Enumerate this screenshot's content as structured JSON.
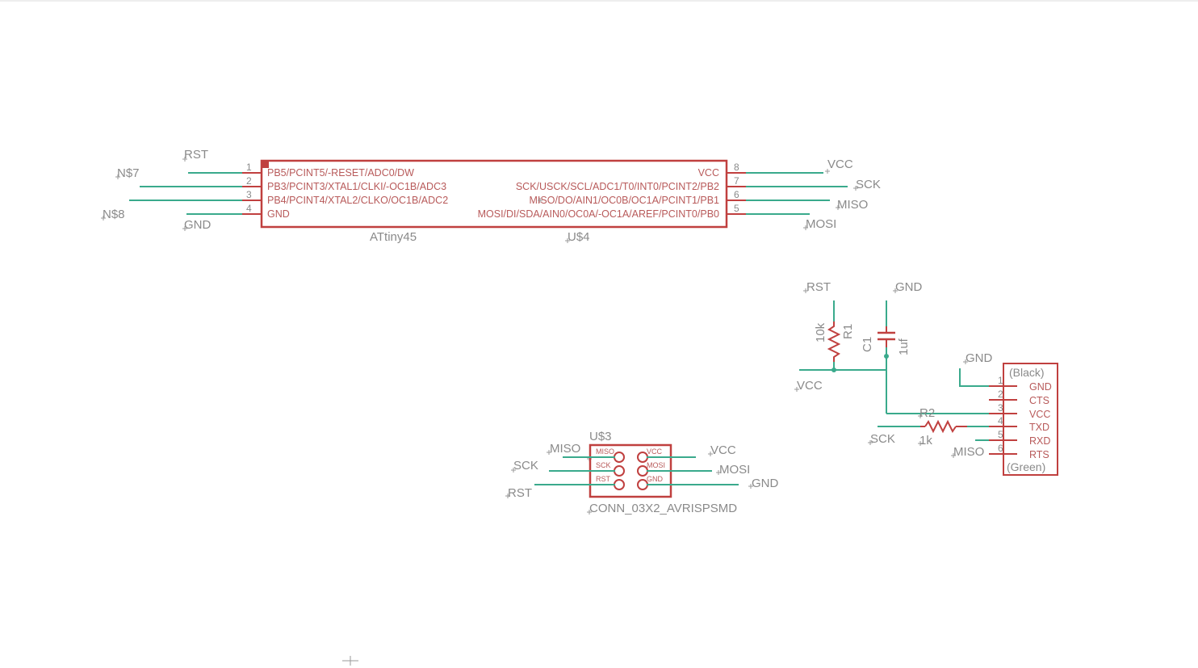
{
  "attiny": {
    "name": "ATtiny45",
    "ref": "U$4",
    "left_pins": [
      {
        "num": "1",
        "label": "PB5/PCINT5/-RESET/ADC0/DW"
      },
      {
        "num": "2",
        "label": "PB3/PCINT3/XTAL1/CLKI/-OC1B/ADC3"
      },
      {
        "num": "3",
        "label": "PB4/PCINT4/XTAL2/CLKO/OC1B/ADC2"
      },
      {
        "num": "4",
        "label": "GND"
      }
    ],
    "right_pins": [
      {
        "num": "8",
        "label": "VCC"
      },
      {
        "num": "7",
        "label": "SCK/USCK/SCL/ADC1/T0/INT0/PCINT2/PB2"
      },
      {
        "num": "6",
        "label": "MISO/DO/AIN1/OC0B/OC1A/PCINT1/PB1"
      },
      {
        "num": "5",
        "label": "MOSI/DI/SDA/AIN0/OC0A/-OC1A/AREF/PCINT0/PB0"
      }
    ],
    "left_nets": [
      "RST",
      "N$7",
      "N$8",
      "GND"
    ],
    "right_nets": [
      "VCC",
      "SCK",
      "MISO",
      "MOSI"
    ]
  },
  "resistor_r1": {
    "ref": "R1",
    "value": "10k",
    "net_top": "RST"
  },
  "capacitor_c1": {
    "ref": "C1",
    "value": "1uf",
    "net_top": "GND"
  },
  "vcc_net": "VCC",
  "resistor_r2": {
    "ref": "R2",
    "value": "1k",
    "net_left": "SCK"
  },
  "ftdi": {
    "top_label": "(Black)",
    "bottom_label": "(Green)",
    "net_top": "GND",
    "net_bottom": "MISO",
    "pins": [
      {
        "num": "1",
        "label": "GND"
      },
      {
        "num": "2",
        "label": "CTS"
      },
      {
        "num": "3",
        "label": "VCC"
      },
      {
        "num": "4",
        "label": "TXD"
      },
      {
        "num": "5",
        "label": "RXD"
      },
      {
        "num": "6",
        "label": "RTS"
      }
    ]
  },
  "isp": {
    "ref": "U$3",
    "name": "CONN_03X2_AVRISPSMD",
    "left_pins": [
      "MISO",
      "SCK",
      "RST"
    ],
    "right_pins": [
      "VCC",
      "MOSI",
      "GND"
    ],
    "left_nets": [
      "MISO",
      "SCK",
      "RST"
    ],
    "right_nets": [
      "VCC",
      "MOSI",
      "GND"
    ]
  },
  "colors": {
    "part": "#c0403f",
    "wire": "#3aaa8c",
    "text": "#8a8a8a"
  }
}
